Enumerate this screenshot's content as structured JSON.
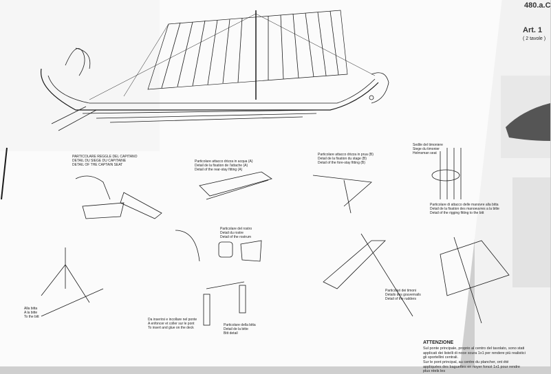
{
  "page": {
    "header_code": "480.a.C",
    "header_art": "Art. 1",
    "header_sub": "( 2 tavole )"
  },
  "captions": {
    "rudder_seat": [
      "PARTICOLARE REGGLE DEL CAPITANO",
      "DETAIL DU SIEGE DU CAPITAINE",
      "DETAIL OF THE CAPTAIN SEAT"
    ],
    "cable_block": [
      "Particolare attacco drizza in acqua (A)",
      "Detail de la fixation de l'attache (A)",
      "Detail of the rear-stay fitting (A)"
    ],
    "cable_front": [
      "Particolare attacco drizza in prua (B)",
      "Detail de la fixation du stage (B)",
      "Detail of the fore-stay fitting (B)"
    ],
    "bitt_detail": [
      "Particolare della bitta",
      "Detail de la bitte",
      "Bitt detail"
    ],
    "head_detail": [
      "Particolare del rostro",
      "Detail du rostre",
      "Detail of the rostrum"
    ],
    "timons": [
      "Particolari dei timoni",
      "Details des gouvernails",
      "Detail of the rudders"
    ],
    "mast_rigging": [
      "Particolare di attacco delle manovre alla bitta",
      "Detail de la fixation des manoeuvres a la bitte",
      "Detail of the rigging fitting to the bitt"
    ],
    "insert_note": [
      "Da inserirsi e incollare nel ponte",
      "A enfoncer et coller sur le pont",
      "To insert and glue on the deck"
    ],
    "left_side": [
      "Alla bitta",
      "A la bitte",
      "To the bitt"
    ],
    "seat_note": [
      "Sedile del timoniere",
      "Siege du timonier",
      "Helmsman seat"
    ]
  },
  "attention": {
    "title": "ATTENZIONE",
    "it": "Sul ponte principale, proprio al centro del tavolato, sono stati applicati dei listelli di noce scura 1x1 per rendere più realistici gli sportellini centrali.",
    "fr": "Sur le pont principal, au centre du plancher, ont été appliquées des baguettes en noyer foncé 1x1 pour rendre plus réels les"
  },
  "colors": {
    "paper": "#ffffff",
    "ink": "#1a1a1a",
    "shadow": "#bdbdbd"
  }
}
